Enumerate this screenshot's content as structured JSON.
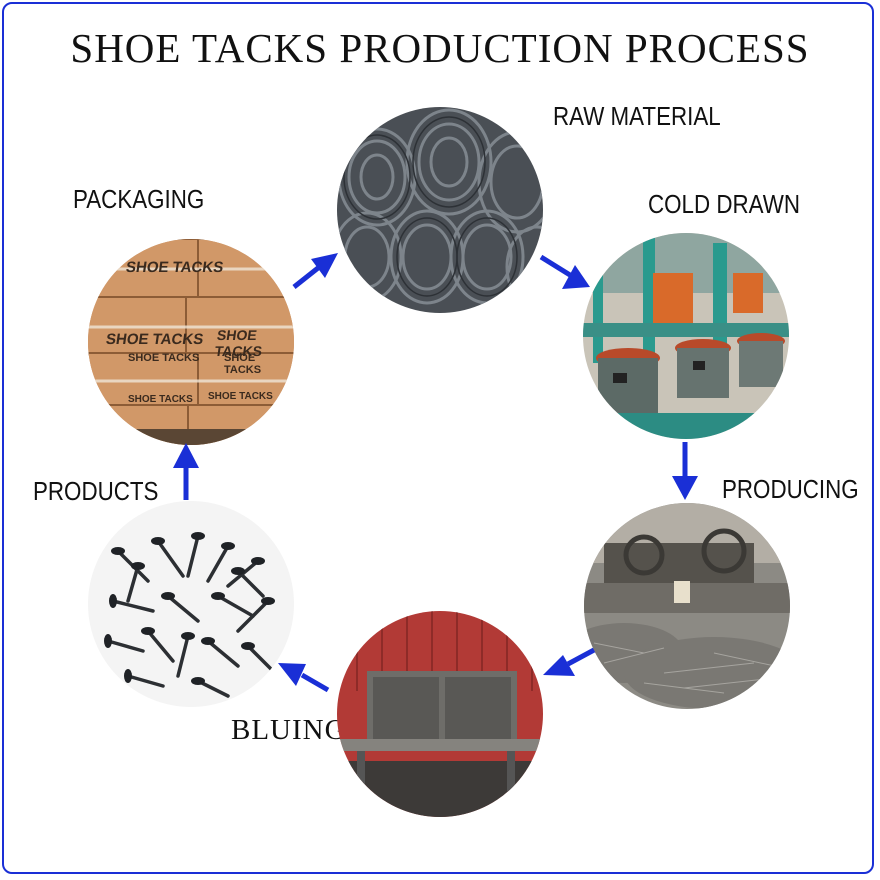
{
  "title": "SHOE TACKS PRODUCTION PROCESS",
  "colors": {
    "border": "#1a2fd6",
    "arrow": "#1a2fd6",
    "text": "#111111"
  },
  "steps": [
    {
      "label": "RAW MATERIAL",
      "image": "wire-coils-photo"
    },
    {
      "label": "COLD DRAWN",
      "image": "wire-drawing-machines-photo"
    },
    {
      "label": "PRODUCING",
      "image": "tack-making-machines-photo"
    },
    {
      "label": "BLUING",
      "image": "bluing-furnace-photo"
    },
    {
      "label": "PRODUCTS",
      "image": "shoe-tacks-pile-photo"
    },
    {
      "label": "PACKAGING",
      "image": "cardboard-boxes-photo",
      "box_text": "SHOE TACKS"
    }
  ]
}
